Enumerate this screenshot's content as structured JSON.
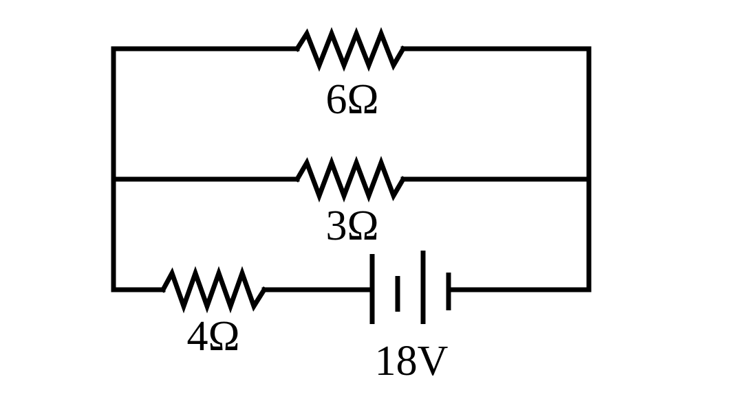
{
  "diagram": {
    "resistors": [
      {
        "id": "r-top",
        "label": "6Ω"
      },
      {
        "id": "r-middle",
        "label": "3Ω"
      },
      {
        "id": "r-bottom",
        "label": "4Ω"
      }
    ],
    "battery": {
      "label": "18V"
    }
  }
}
